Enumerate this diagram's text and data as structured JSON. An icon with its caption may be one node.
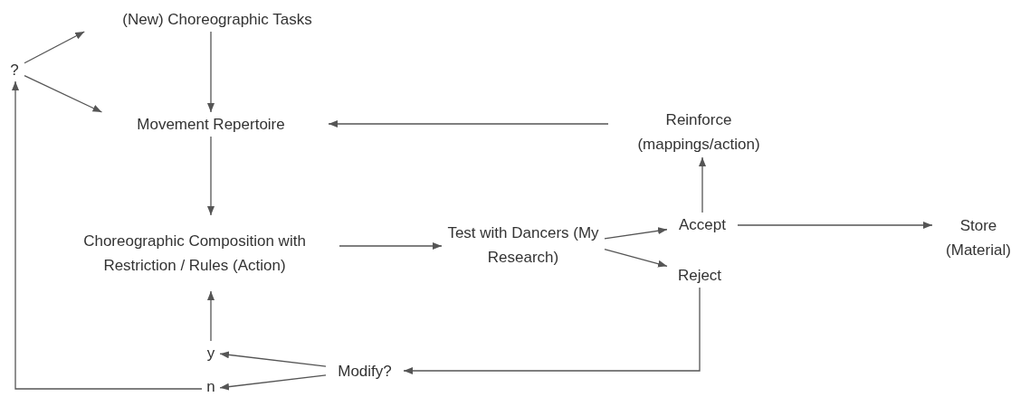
{
  "diagram": {
    "nodes": [
      {
        "text": [
          "?"
        ]
      },
      {
        "text": [
          "(New) Choreographic Tasks"
        ]
      },
      {
        "text": [
          "Movement Repertoire"
        ]
      },
      {
        "text": [
          "Choreographic Composition with Restriction / Rules (Action)"
        ]
      },
      {
        "text": [
          "Test with Dancers (My Research)"
        ]
      },
      {
        "text": [
          "Reinforce (mappings/action)"
        ]
      },
      {
        "text": [
          "Accept"
        ]
      },
      {
        "text": [
          "Reject"
        ]
      },
      {
        "text": [
          "Store (Material)"
        ]
      },
      {
        "text": [
          "Modify?"
        ]
      },
      {
        "text": [
          "y"
        ]
      },
      {
        "text": [
          "n"
        ]
      }
    ],
    "edges": [
      {
        "from": 0,
        "to": 1,
        "arrow": "to"
      },
      {
        "from": 0,
        "to": 2,
        "arrow": "to"
      },
      {
        "from": 1,
        "to": 2,
        "arrow": "to"
      },
      {
        "from": 2,
        "to": 3,
        "arrow": "to"
      },
      {
        "from": 3,
        "to": 4,
        "arrow": "to"
      },
      {
        "from": 4,
        "to": 6,
        "arrow": "to"
      },
      {
        "from": 4,
        "to": 7,
        "arrow": "to"
      },
      {
        "from": 6,
        "to": 5,
        "arrow": "to"
      },
      {
        "from": 5,
        "to": 2,
        "arrow": "to"
      },
      {
        "from": 6,
        "to": 8,
        "arrow": "to"
      },
      {
        "from": 7,
        "to": 9,
        "arrow": "to"
      },
      {
        "from": 9,
        "to": 10,
        "arrow": "to"
      },
      {
        "from": 9,
        "to": 11,
        "arrow": "to"
      },
      {
        "from": 10,
        "to": 3,
        "arrow": "to"
      },
      {
        "from": 11,
        "to": 0,
        "arrow": "to"
      }
    ]
  }
}
